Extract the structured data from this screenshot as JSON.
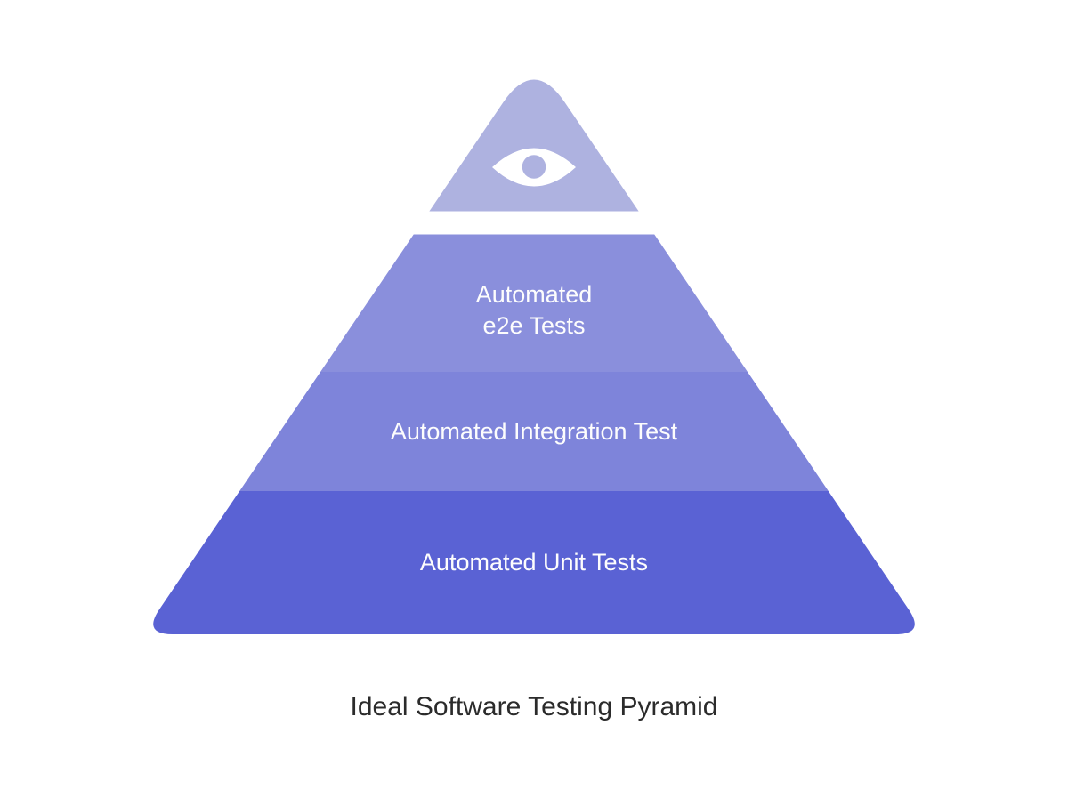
{
  "diagram": {
    "caption": "Ideal Software Testing Pyramid",
    "capstone": {
      "icon": "eye-icon",
      "color": "#aeb2e0",
      "eye_white": "#ffffff"
    },
    "layers": [
      {
        "id": "e2e",
        "lines": [
          "Automated",
          "e2e Tests"
        ],
        "color": "#8a8fdc"
      },
      {
        "id": "integration",
        "lines": [
          "Automated Integration Test"
        ],
        "color": "#7e84da"
      },
      {
        "id": "unit",
        "lines": [
          "Automated Unit Tests"
        ],
        "color": "#5a62d4"
      }
    ],
    "colors": {
      "background": "#ffffff",
      "label_text": "#fdfdfd",
      "caption_text": "#2b2b2b"
    }
  }
}
